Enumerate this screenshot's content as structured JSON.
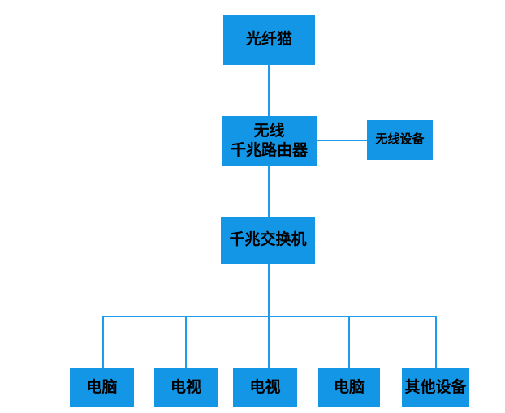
{
  "diagram": {
    "kind": "network-topology-flowchart",
    "colors": {
      "background": "#ffffff",
      "node_fill": "#1496e6",
      "connector": "#1e9aee",
      "text": "#000000"
    },
    "nodes": {
      "modem": {
        "label": "光纤猫"
      },
      "router": {
        "label_line1": "无线",
        "label_line2": "千兆路由器"
      },
      "wireless_devices": {
        "label": "无线设备"
      },
      "switch": {
        "label": "千兆交换机"
      },
      "pc1": {
        "label": "电脑"
      },
      "tv1": {
        "label": "电视"
      },
      "tv2": {
        "label": "电视"
      },
      "pc2": {
        "label": "电脑"
      },
      "other_devices": {
        "label": "其他设备"
      }
    },
    "edges": [
      {
        "from": "modem",
        "to": "router"
      },
      {
        "from": "router",
        "to": "wireless_devices"
      },
      {
        "from": "router",
        "to": "switch"
      },
      {
        "from": "switch",
        "to": "pc1"
      },
      {
        "from": "switch",
        "to": "tv1"
      },
      {
        "from": "switch",
        "to": "tv2"
      },
      {
        "from": "switch",
        "to": "pc2"
      },
      {
        "from": "switch",
        "to": "other_devices"
      }
    ]
  }
}
